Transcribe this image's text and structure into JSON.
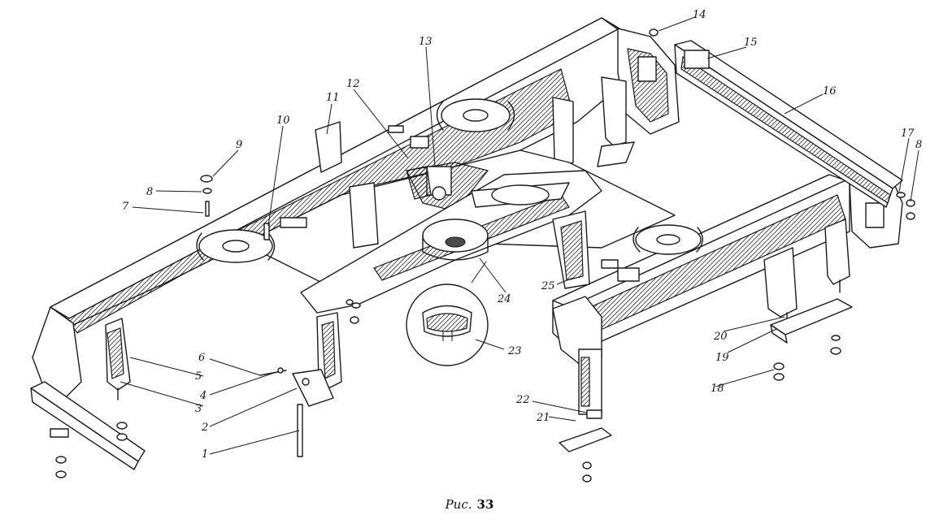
{
  "figure": {
    "caption_prefix": "Рис.",
    "caption_number": "33"
  },
  "callouts": [
    "1",
    "2",
    "3",
    "4",
    "5",
    "6",
    "7",
    "8",
    "9",
    "10",
    "11",
    "12",
    "13",
    "14",
    "15",
    "16",
    "17",
    "8",
    "18",
    "19",
    "20",
    "21",
    "22",
    "23",
    "24",
    "25"
  ]
}
